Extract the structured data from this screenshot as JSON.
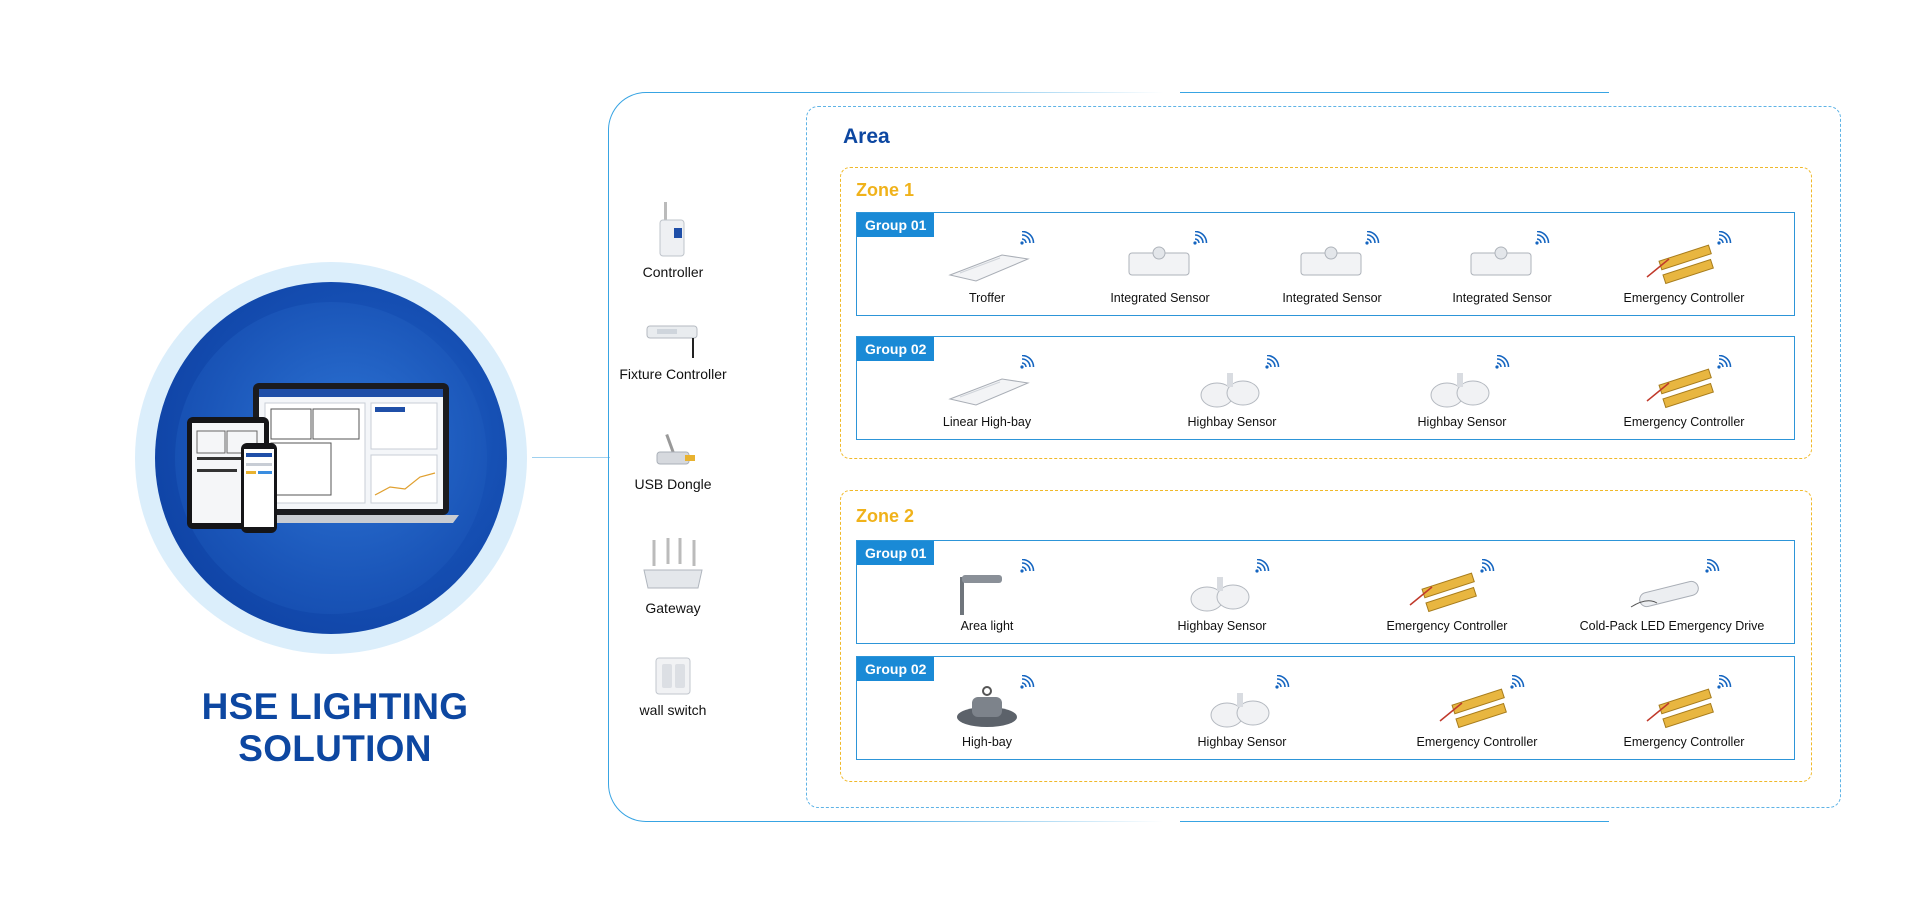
{
  "brand": {
    "title": "HSE LIGHTING SOLUTION"
  },
  "devices": [
    {
      "name": "controller",
      "label": "Controller",
      "icon": "controller-icon"
    },
    {
      "name": "fixture-controller",
      "label": "Fixture Controller",
      "icon": "fixture-controller-icon"
    },
    {
      "name": "usb-dongle",
      "label": "USB Dongle",
      "icon": "usb-dongle-icon"
    },
    {
      "name": "gateway",
      "label": "Gateway",
      "icon": "gateway-icon"
    },
    {
      "name": "wall-switch",
      "label": "wall switch",
      "icon": "wall-switch-icon"
    }
  ],
  "area": {
    "title": "Area",
    "zones": [
      {
        "title": "Zone 1",
        "groups": [
          {
            "tag": "Group 01",
            "items": [
              "Troffer",
              "Integrated Sensor",
              "Integrated Sensor",
              "Integrated Sensor",
              "Emergency Controller"
            ]
          },
          {
            "tag": "Group 02",
            "items": [
              "Linear High-bay",
              "Highbay Sensor",
              "Highbay Sensor",
              "Emergency Controller"
            ]
          }
        ]
      },
      {
        "title": "Zone 2",
        "groups": [
          {
            "tag": "Group 01",
            "items": [
              "Area light",
              "Highbay Sensor",
              "Emergency Controller",
              "Cold-Pack LED Emergency Drive"
            ]
          },
          {
            "tag": "Group 02",
            "items": [
              "High-bay",
              "Highbay Sensor",
              "Emergency Controller",
              "Emergency Controller"
            ]
          }
        ]
      }
    ]
  },
  "colors": {
    "brand_blue": "#0d47a1",
    "group_blue": "#1a8ad6",
    "zone_yellow": "#f0b21a",
    "wifi_blue": "#1565c0"
  }
}
